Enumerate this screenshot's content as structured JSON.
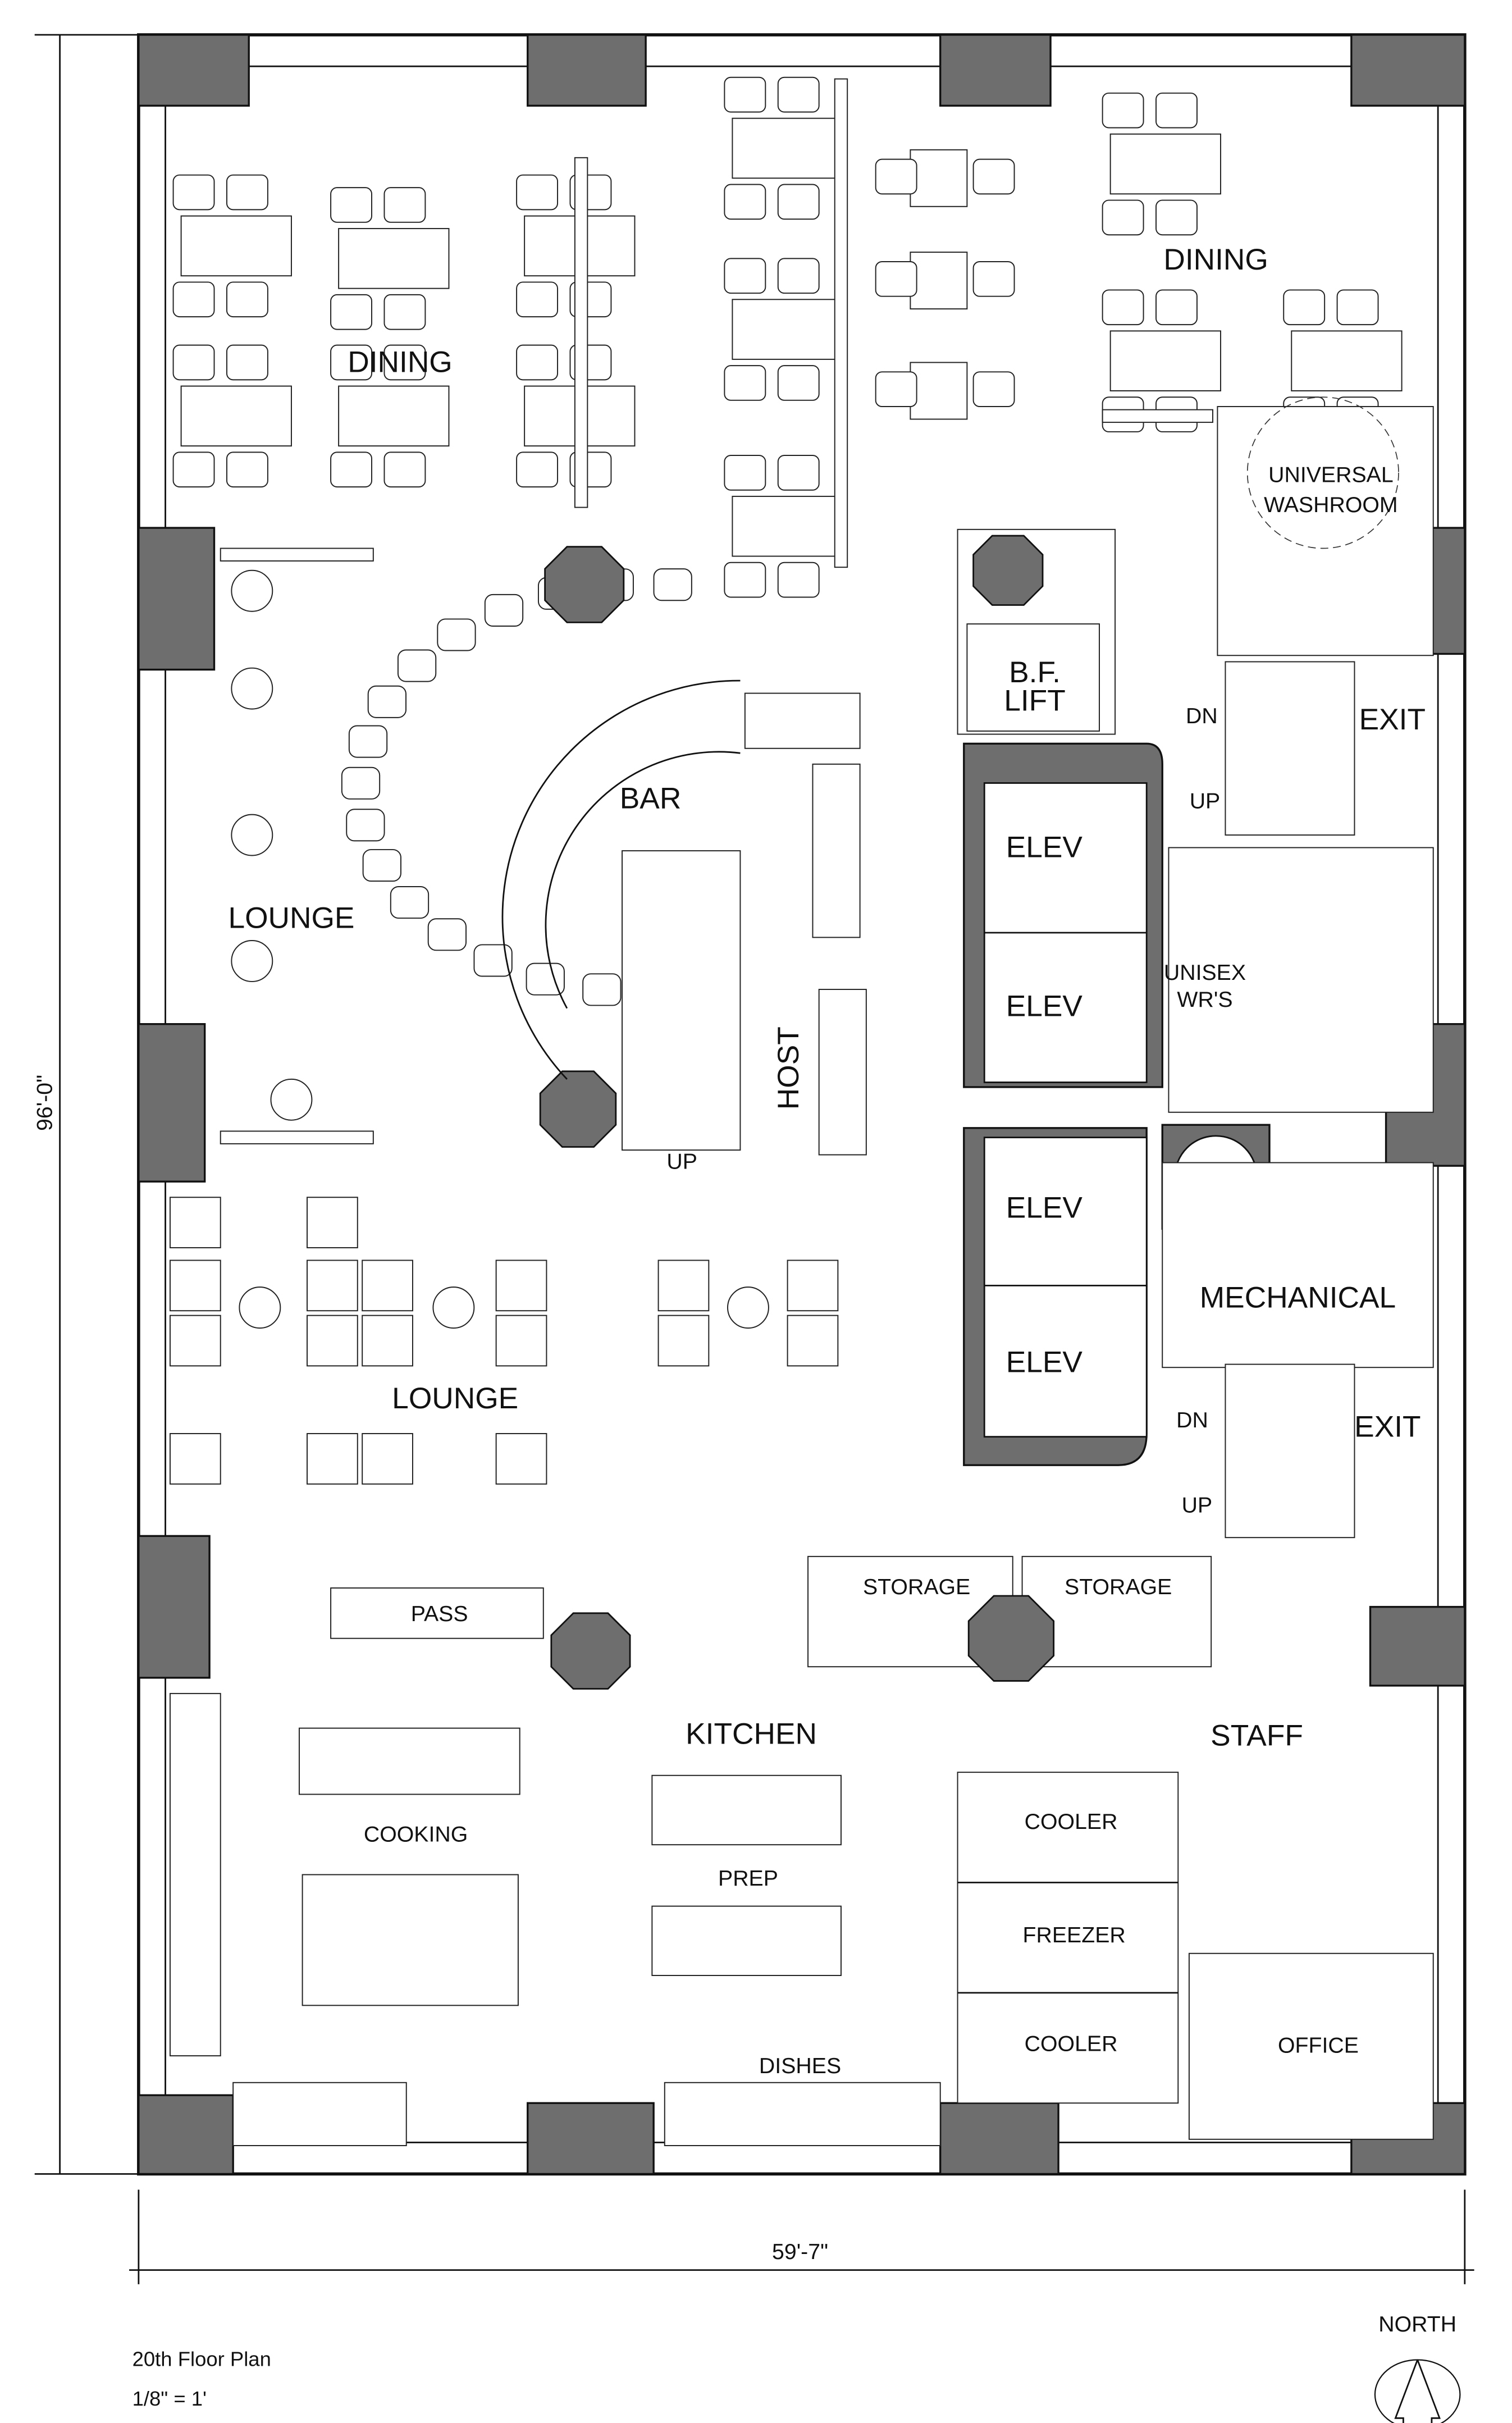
{
  "plan": {
    "title": "20th Floor Plan",
    "scale": "1/8\" = 1'",
    "north_label": "NORTH",
    "dimension_width": "59'-7\"",
    "dimension_height": "96'-0\""
  },
  "rooms": {
    "dining_west": "DINING",
    "dining_east": "DINING",
    "universal_washroom_1": "UNIVERSAL",
    "universal_washroom_2": "WASHROOM",
    "bf_lift_1": "B.F.",
    "bf_lift_2": "LIFT",
    "stair_north_dn": "DN",
    "stair_north_up": "UP",
    "exit_north": "EXIT",
    "bar": "BAR",
    "elev_1": "ELEV",
    "elev_2": "ELEV",
    "elev_3": "ELEV",
    "elev_4": "ELEV",
    "lounge_west": "LOUNGE",
    "lounge_south": "LOUNGE",
    "unisex_1": "UNISEX",
    "unisex_2": "WR'S",
    "host": "HOST",
    "stair_bar_up": "UP",
    "mechanical": "MECHANICAL",
    "stair_south_dn": "DN",
    "stair_south_up": "UP",
    "exit_south": "EXIT",
    "storage_1": "STORAGE",
    "storage_2": "STORAGE",
    "pass": "PASS",
    "kitchen": "KITCHEN",
    "staff": "STAFF",
    "cooking": "COOKING",
    "prep": "PREP",
    "cooler_1": "COOLER",
    "freezer": "FREEZER",
    "cooler_2": "COOLER",
    "office": "OFFICE",
    "dishes": "DISHES"
  },
  "colors": {
    "wall": "#6e6e6e",
    "line": "#111111"
  }
}
